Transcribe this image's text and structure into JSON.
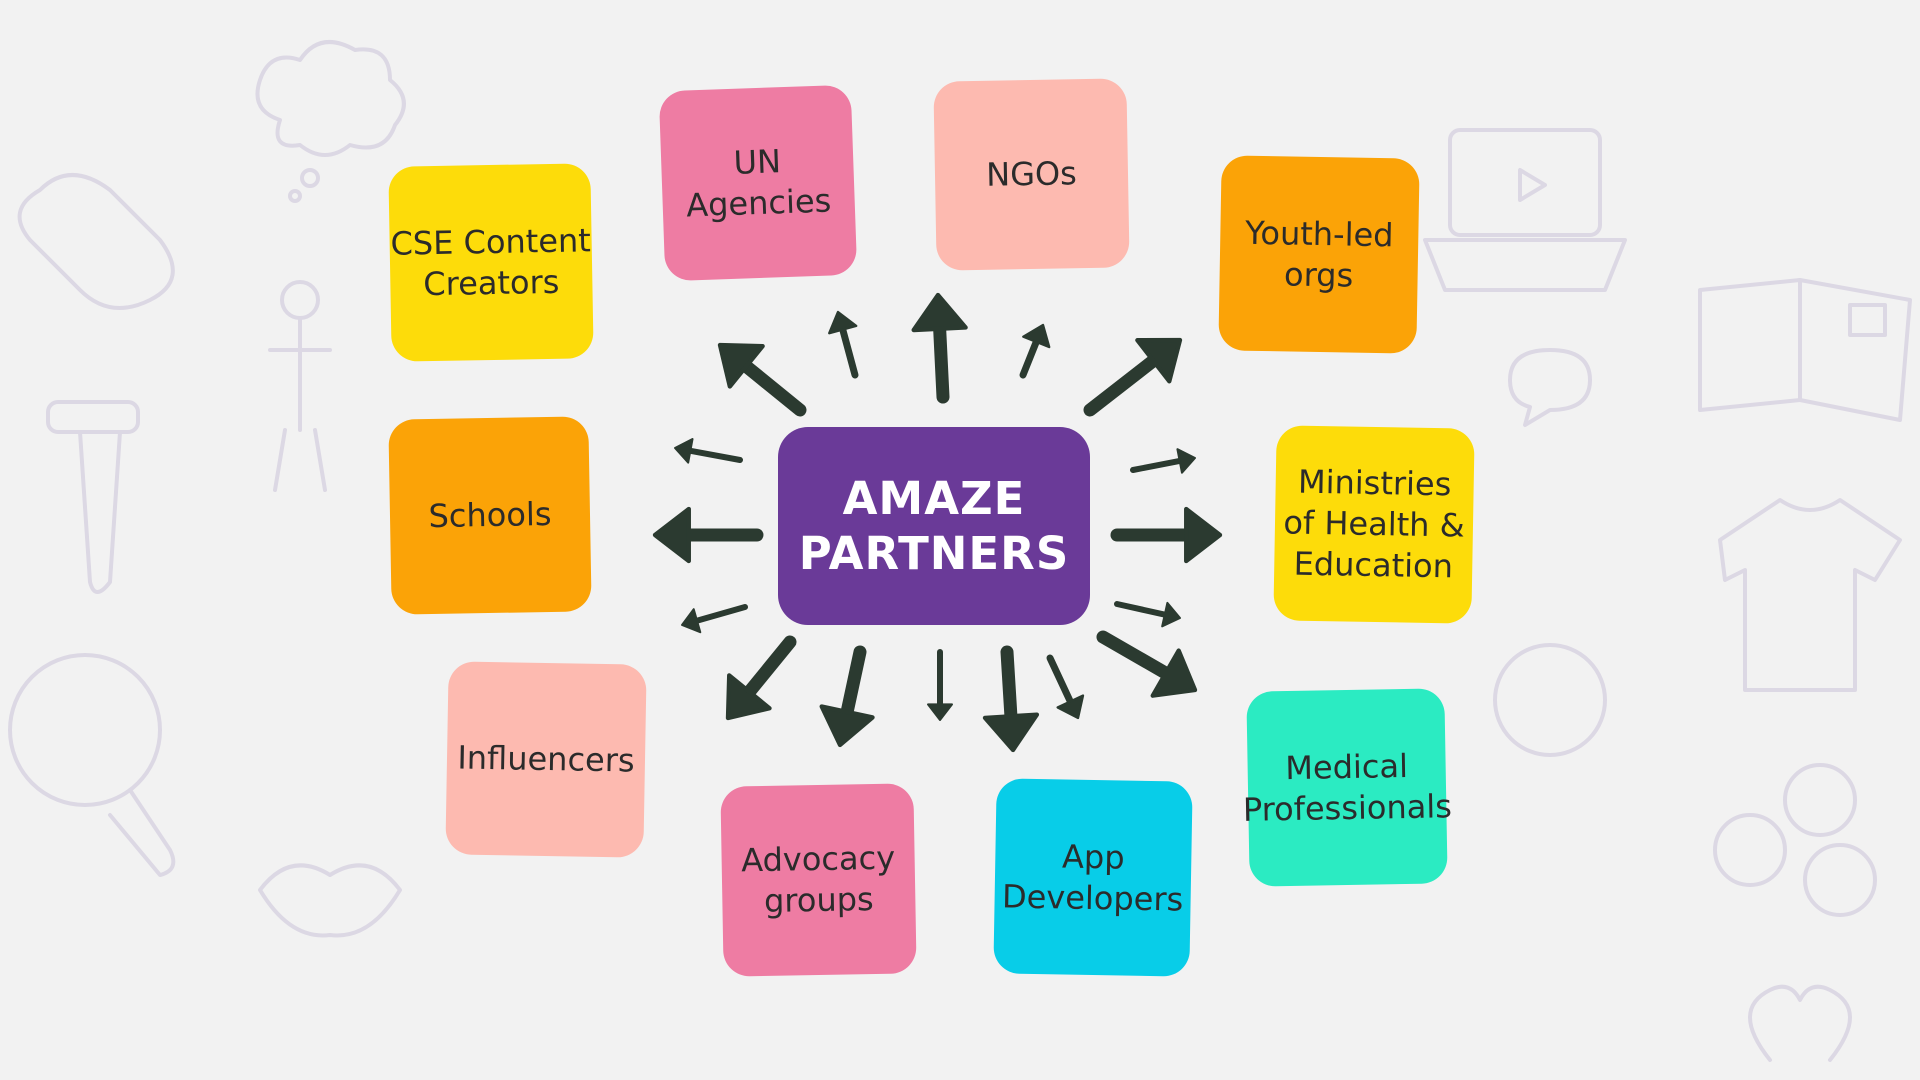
{
  "center": {
    "lines": [
      "AMAZE",
      "PARTNERS"
    ],
    "color": "#6a3a98"
  },
  "partners": [
    {
      "id": "cse-content-creators",
      "lines": [
        "CSE Content",
        "Creators"
      ],
      "color": "#fddc0a"
    },
    {
      "id": "un-agencies",
      "lines": [
        "UN",
        "Agencies"
      ],
      "color": "#ee7ca3"
    },
    {
      "id": "ngos",
      "lines": [
        "NGOs"
      ],
      "color": "#fdbab0"
    },
    {
      "id": "youth-led-orgs",
      "lines": [
        "Youth-led",
        "orgs"
      ],
      "color": "#fba307"
    },
    {
      "id": "schools",
      "lines": [
        "Schools"
      ],
      "color": "#fba307"
    },
    {
      "id": "ministries",
      "lines": [
        "Ministries",
        "of Health &",
        "Education"
      ],
      "color": "#fddc0a"
    },
    {
      "id": "influencers",
      "lines": [
        "Influencers"
      ],
      "color": "#fdbab0"
    },
    {
      "id": "advocacy-groups",
      "lines": [
        "Advocacy",
        "groups"
      ],
      "color": "#ee7ca3"
    },
    {
      "id": "app-developers",
      "lines": [
        "App",
        "Developers"
      ],
      "color": "#08cde8"
    },
    {
      "id": "medical-professionals",
      "lines": [
        "Medical",
        "Professionals"
      ],
      "color": "#2bebc2"
    }
  ],
  "arrow_color": "#2b3a30",
  "background_color": "#f2f2f2"
}
